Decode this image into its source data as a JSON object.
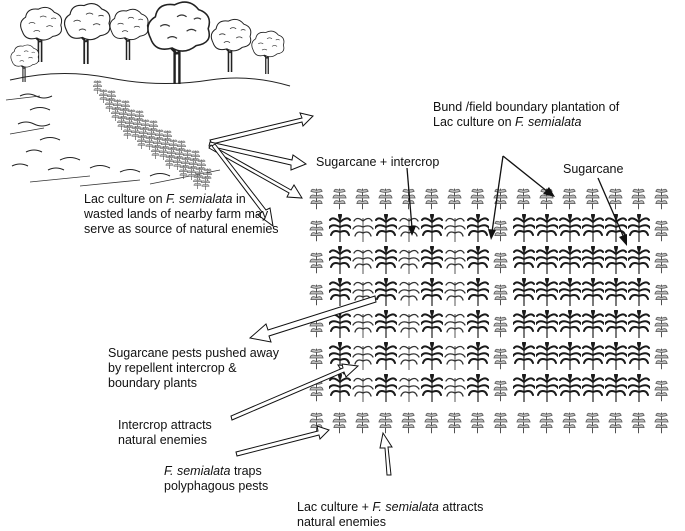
{
  "labels": {
    "lac_wasteland": {
      "pre": "Lac culture on ",
      "species": "F. semialata",
      "post": " in wasted lands of nearby farm may serve as source of natural enemies"
    },
    "sugarcane_intercrop": "Sugarcane + intercrop",
    "bund": {
      "pre": "Bund /field boundary plantation of Lac culture on ",
      "species": "F. semialata"
    },
    "sugarcane": "Sugarcane",
    "pests_pushed": "Sugarcane pests pushed away by repellent intercrop & boundary plants",
    "intercrop_attracts": "Intercrop attracts natural enemies",
    "traps": {
      "species": "F. semialata",
      "post": " traps polyphagous pests"
    },
    "lac_attracts": {
      "pre": "Lac culture + ",
      "species": "F. semialata",
      "post": " attracts natural enemies"
    }
  },
  "icons": {
    "trees": "tree-icon",
    "wasteland_plants": "f-semialata-plant-icon",
    "sugarcane": "sugarcane-plant-icon",
    "intercrop": "intercrop-plant-icon"
  }
}
